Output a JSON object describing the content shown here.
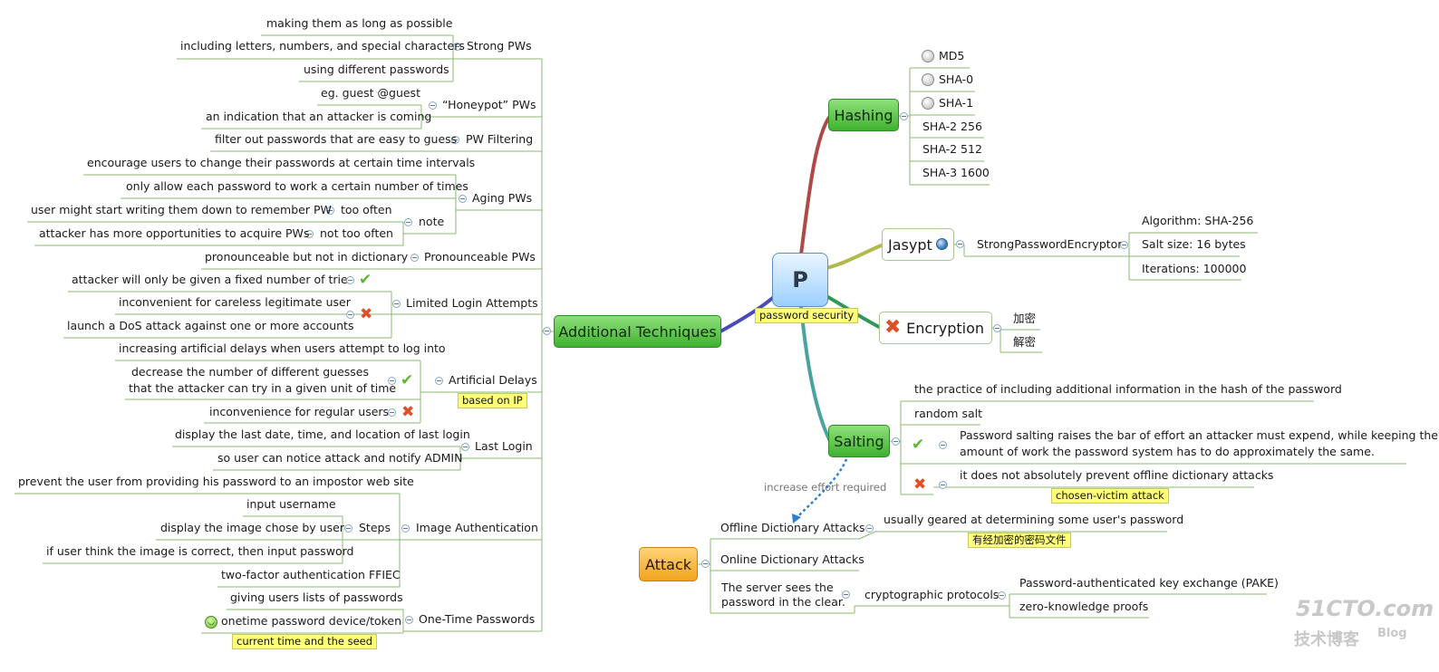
{
  "central": {
    "title": "P",
    "note": "password security"
  },
  "topics": {
    "additional": "Additional Techniques",
    "hashing": "Hashing",
    "jasypt": "Jasypt",
    "encryption": "Encryption",
    "salting": "Salting",
    "attack": "Attack"
  },
  "left": {
    "strong": "Strong PWs",
    "strong_1": "making them as long as possible",
    "strong_2": "including letters, numbers, and special characters",
    "strong_3": "using different passwords",
    "honeypot": "“Honeypot” PWs",
    "honeypot_1": "eg. guest @guest",
    "honeypot_2": "an indication that an attacker is coming",
    "filtering": "PW Filtering",
    "filtering_1": "filter out passwords that are easy to guess",
    "aging": "Aging PWs",
    "aging_1": "encourage users to change their passwords at certain time intervals",
    "aging_2": "only allow each password to work a certain number of times",
    "aging_note": "note",
    "aging_often": "too often",
    "aging_often_1": "user might start writing them down to remember PW",
    "aging_notoften": "not too often",
    "aging_notoften_1": "attacker has more opportunities to acquire PWs",
    "pronounce": "Pronounceable PWs",
    "pronounce_1": "pronounceable but not in dictionary",
    "limited": "Limited Login Attempts",
    "limited_1": "attacker will only be given a fixed number of tries",
    "limited_2": "inconvenient for careless legitimate user",
    "limited_3": "launch a DoS attack against one or more accounts",
    "delays": "Artificial Delays",
    "delays_note": "based on IP",
    "delays_1": "increasing artificial delays when users attempt to log into",
    "delays_2a": "decrease the number of different guesses",
    "delays_2b": "that the attacker can try in a given unit of time",
    "delays_3": "inconvenience for regular users",
    "lastlogin": "Last Login",
    "lastlogin_1": "display the last date, time, and location of last login",
    "lastlogin_2": "so user can notice attack and notify ADMIN",
    "imageauth": "Image Authentication",
    "imageauth_1": "prevent the user from providing his password to an impostor web site",
    "steps": "Steps",
    "steps_1": "input username",
    "steps_2": "display the image chose by user",
    "steps_3": "if user think the image is correct, then input password",
    "imageauth_2": "two-factor authentication FFIEC",
    "otp": "One-Time Passwords",
    "otp_1": "giving users lists of passwords",
    "otp_2": "onetime password device/token",
    "otp_note": "current time and the seed"
  },
  "hashing": [
    "MD5",
    "SHA-0",
    "SHA-1",
    "SHA-2 256",
    "SHA-2 512",
    "SHA-3 1600"
  ],
  "jasypt": {
    "encryptor": "StrongPasswordEncryptor",
    "items": [
      "Algorithm: SHA-256",
      "Salt size: 16 bytes",
      "Iterations: 100000"
    ]
  },
  "encryption": [
    "加密",
    "解密"
  ],
  "salting": {
    "s1": "the practice of including additional information in the hash of the password",
    "s2": "random salt",
    "s3a": "Password salting raises the bar of effort an attacker must expend, while keeping the",
    "s3b": "amount of work the password system has to do approximately the same.",
    "s4": "it does not absolutely prevent offline dictionary attacks",
    "s4_note": "chosen-victim attack",
    "relation": "increase effort required"
  },
  "attack": {
    "offline": "Offline Dictionary Attacks",
    "offline_1": "usually geared at determining some user's password",
    "offline_note": "有经加密的密码文件",
    "online": "Online Dictionary Attacks",
    "server_a": "The server sees the",
    "server_b": "password in the clear.",
    "crypto": "cryptographic protocols",
    "crypto_1": "Password-authenticated key exchange (PAKE)",
    "crypto_2": "zero-knowledge proofs"
  },
  "watermark": {
    "site": "51CTO.com",
    "sub": "技术博客",
    "blog": "Blog"
  },
  "colors": {
    "link_hashing": "#b04848",
    "link_jasypt": "#b2b94a",
    "link_encryption": "#2f9a55",
    "link_salting": "#4aa3a0",
    "link_additional": "#4a4ab8",
    "branch_line": "#8ab870",
    "relation_line": "#2f7fd0"
  }
}
